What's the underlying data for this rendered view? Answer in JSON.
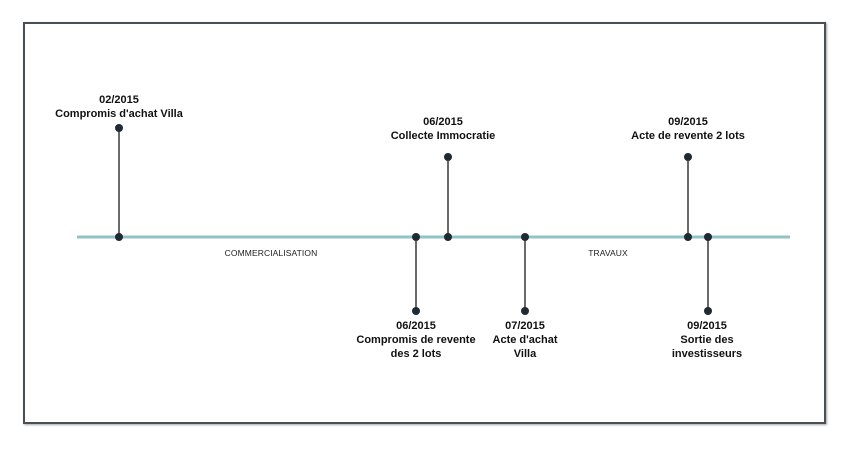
{
  "colors": {
    "axis": "#8fc3c8",
    "stem": "#1a1a1a",
    "dot": "#1f2a33",
    "frame": "#4a4f55"
  },
  "phases": [
    {
      "label": "COMMERCIALISATION"
    },
    {
      "label": "TRAVAUX"
    }
  ],
  "events": [
    {
      "id": "compromis-achat",
      "lines": [
        "02/2015",
        "Compromis d'achat Villa"
      ]
    },
    {
      "id": "collecte",
      "lines": [
        "06/2015",
        "Collecte Immocratie"
      ]
    },
    {
      "id": "acte-revente",
      "lines": [
        "09/2015",
        "Acte de revente 2 lots"
      ]
    },
    {
      "id": "compromis-revente",
      "lines": [
        "06/2015",
        "Compromis de revente",
        "des 2 lots"
      ]
    },
    {
      "id": "acte-achat",
      "lines": [
        "07/2015",
        "Acte d'achat",
        "Villa"
      ]
    },
    {
      "id": "sortie",
      "lines": [
        "09/2015",
        "Sortie des",
        "investisseurs"
      ]
    }
  ]
}
